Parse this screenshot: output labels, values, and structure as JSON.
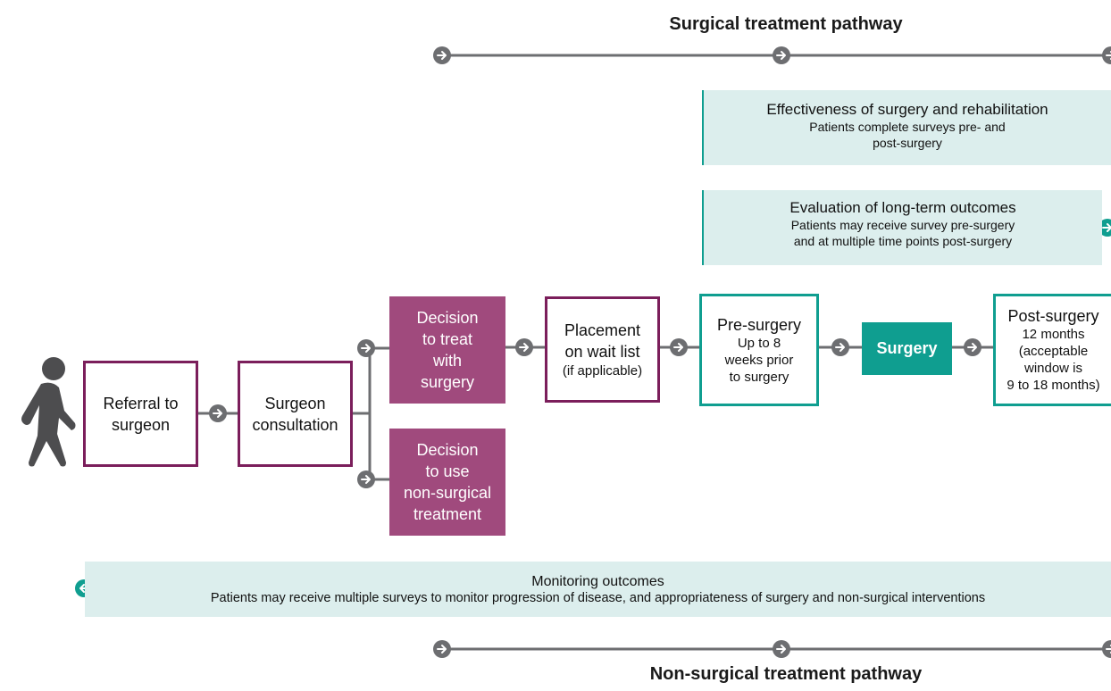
{
  "top_pathway_title": "Surgical treatment pathway",
  "bottom_pathway_title": "Non-surgical treatment pathway",
  "effectiveness": {
    "heading": "Effectiveness of surgery and rehabilitation",
    "line1": "Patients complete surveys pre- and",
    "line2": "post-surgery"
  },
  "long_term": {
    "heading": "Evaluation of long-term outcomes",
    "line1": "Patients may receive survey pre-surgery",
    "line2": "and at multiple time points post-surgery"
  },
  "monitoring": {
    "heading": "Monitoring outcomes",
    "line1": "Patients may receive multiple surveys to monitor progression of disease, and appropriateness of surgery and non-surgical interventions"
  },
  "steps": {
    "referral": [
      "Referral to",
      "surgeon"
    ],
    "consultation": [
      "Surgeon",
      "consultation"
    ],
    "decision_surgery": [
      "Decision",
      "to treat",
      "with",
      "surgery"
    ],
    "decision_nonsurgical": [
      "Decision",
      "to use",
      "non-surgical",
      "treatment"
    ],
    "wait_list": [
      "Placement",
      "on wait list"
    ],
    "wait_list_note": "(if applicable)",
    "pre_surgery_title": "Pre-surgery",
    "pre_surgery_sub": [
      "Up to 8",
      "weeks prior",
      "to surgery"
    ],
    "surgery": "Surgery",
    "post_surgery_title": "Post-surgery",
    "post_surgery_sub": [
      "12 months",
      "(acceptable",
      "window is",
      "9 to 18 months)"
    ]
  },
  "icons": {
    "person": "walking-person-icon",
    "arrow": "arrow-right-circle-icon"
  },
  "colors": {
    "purple": "#7b1e5b",
    "purple_fill": "#a04a7d",
    "teal": "#0f9e90",
    "teal_band": "#dceeed",
    "line_gray": "#6d6e71"
  }
}
